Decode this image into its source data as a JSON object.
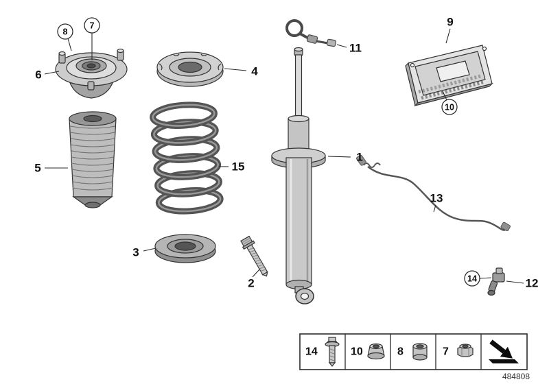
{
  "callouts": [
    {
      "label": "1",
      "circled": false
    },
    {
      "label": "2",
      "circled": false
    },
    {
      "label": "3",
      "circled": false
    },
    {
      "label": "4",
      "circled": false
    },
    {
      "label": "5",
      "circled": false
    },
    {
      "label": "6",
      "circled": false
    },
    {
      "label": "7",
      "circled": true
    },
    {
      "label": "8",
      "circled": true
    },
    {
      "label": "9",
      "circled": false
    },
    {
      "label": "10",
      "circled": true
    },
    {
      "label": "11",
      "circled": false
    },
    {
      "label": "12",
      "circled": false
    },
    {
      "label": "13",
      "circled": false
    },
    {
      "label": "14",
      "circled": true
    },
    {
      "label": "15",
      "circled": false
    }
  ],
  "legend": {
    "items": [
      {
        "label": "14",
        "icon": "flange-screw-icon"
      },
      {
        "label": "10",
        "icon": "flange-nut-icon"
      },
      {
        "label": "8",
        "icon": "round-nut-icon"
      },
      {
        "label": "7",
        "icon": "hex-nut-icon"
      }
    ],
    "direction_icon": "direction-arrow-icon"
  },
  "footer": {
    "diagram_number": "484808"
  },
  "colors": {
    "background": "#ffffff",
    "line": "#333333",
    "label_text": "#111111"
  }
}
